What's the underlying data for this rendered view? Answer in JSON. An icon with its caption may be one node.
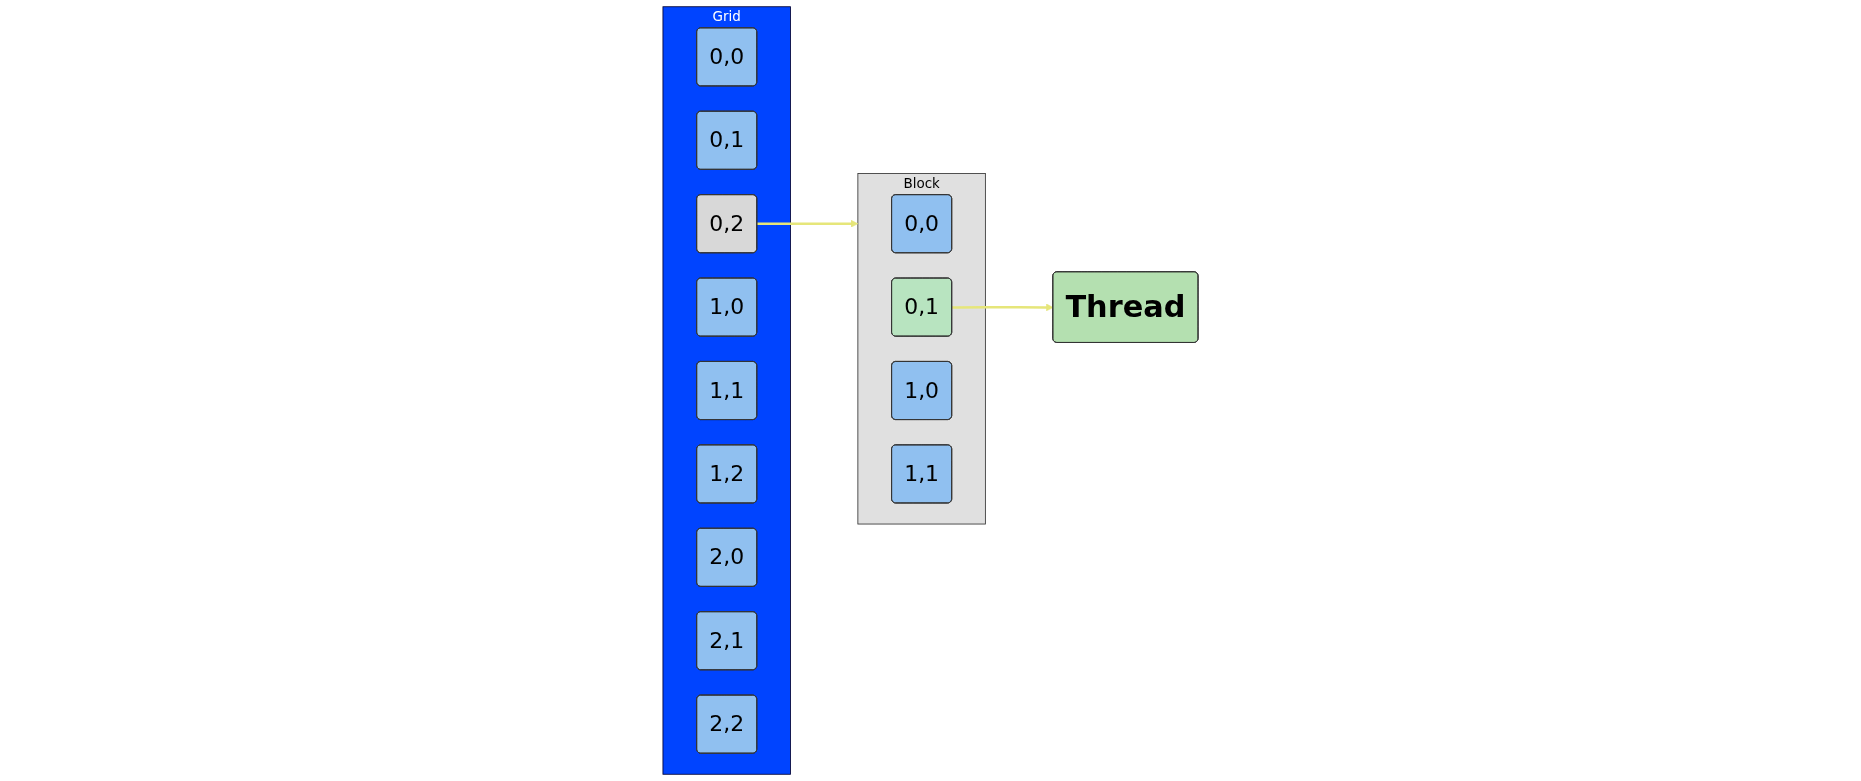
{
  "diagram": {
    "nodes": [
      {
        "text": [
          "Grid"
        ]
      },
      {
        "text": [
          "0,0"
        ],
        "in": 0
      },
      {
        "text": [
          "0,1"
        ],
        "in": 0
      },
      {
        "text": [
          "0,2"
        ],
        "in": 0
      },
      {
        "text": [
          "1,0"
        ],
        "in": 0
      },
      {
        "text": [
          "1,1"
        ],
        "in": 0
      },
      {
        "text": [
          "1,2"
        ],
        "in": 0
      },
      {
        "text": [
          "2,0"
        ],
        "in": 0
      },
      {
        "text": [
          "2,1"
        ],
        "in": 0
      },
      {
        "text": [
          "2,2"
        ],
        "in": 0
      },
      {
        "text": [
          "Block"
        ]
      },
      {
        "text": [
          "0,0"
        ],
        "in": 10
      },
      {
        "text": [
          "0,1"
        ],
        "in": 10
      },
      {
        "text": [
          "1,0"
        ],
        "in": 10
      },
      {
        "text": [
          "1,1"
        ],
        "in": 10
      },
      {
        "text": [
          "Thread"
        ]
      }
    ],
    "edges": [
      {
        "from": 3,
        "to": 10,
        "arrow": "to",
        "color": "#e6e67a"
      },
      {
        "from": 12,
        "to": 15,
        "arrow": "to",
        "color": "#e6e67a"
      }
    ]
  }
}
